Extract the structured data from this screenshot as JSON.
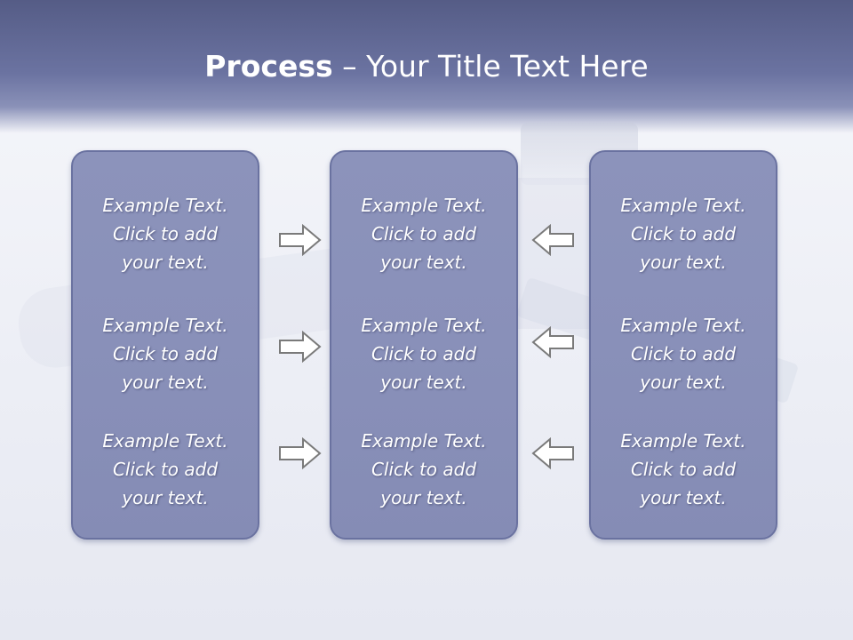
{
  "slide": {
    "title_bold": "Process",
    "title_rest": " – Your Title Text Here"
  },
  "columns": [
    {
      "items": [
        "Example Text.\nClick  to add\nyour text.",
        "Example Text.\nClick  to add\nyour text.",
        "Example Text.\nClick  to add\nyour text."
      ]
    },
    {
      "items": [
        "Example Text.\nClick  to add\nyour text.",
        "Example Text.\nClick  to add\nyour text.",
        "Example Text.\nClick  to add\nyour text."
      ]
    },
    {
      "items": [
        "Example Text.\nClick  to add\nyour text.",
        "Example Text.\nClick  to add\nyour text.",
        "Example Text.\nClick  to add\nyour text."
      ]
    }
  ],
  "arrows": {
    "left_group": "arrow-right-icon",
    "right_group": "arrow-left-icon"
  },
  "colors": {
    "header": "#5f6793",
    "box_fill": "#8990b9",
    "box_border": "#6a72a0",
    "arrow_outline": "#7a7a7a"
  }
}
